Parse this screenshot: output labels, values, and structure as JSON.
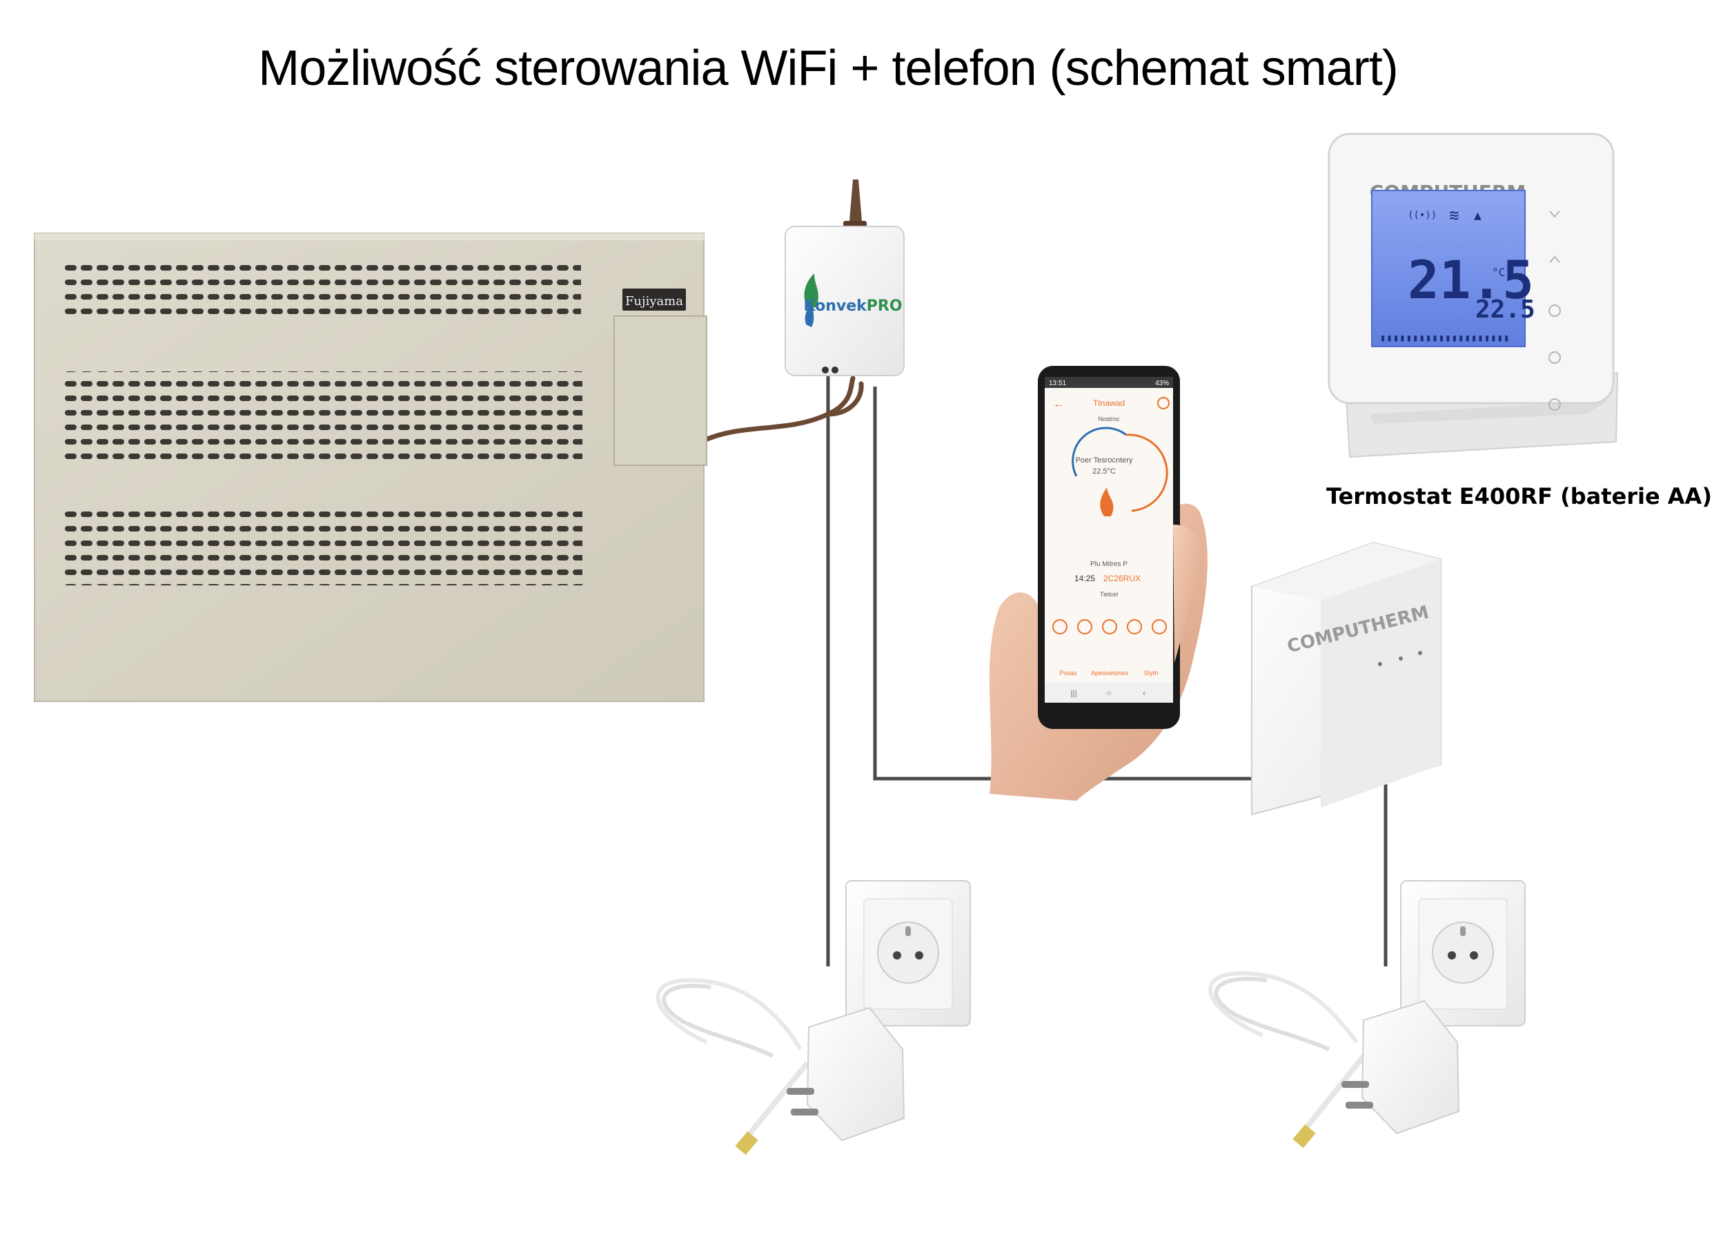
{
  "title": "Możliwość sterowania WiFi + telefon (schemat smart)",
  "caption": "Termostat E400RF (baterie AA)",
  "heater": {
    "brand": "Fujiyama"
  },
  "module": {
    "brand_prefix": "Konvek",
    "brand_suffix": "PRO"
  },
  "thermostat": {
    "brand": "COMPUTHERM",
    "temp_main": "21.5",
    "temp_unit": "°C",
    "temp_set": "22.5"
  },
  "receiver": {
    "brand": "COMPUTHERM"
  },
  "phone": {
    "app_title": "Ttnawad",
    "status_left": "13:51",
    "status_right": "43%",
    "dial_top": "Nostrnc",
    "dial_label": "Poer Tesrocntery",
    "dial_value": "22.5°C",
    "mode": "Plu Mitres P",
    "time": "14:25",
    "code": "2C26RUX",
    "sub": "Tietcel",
    "nav": [
      "Posas",
      "Apesivetones",
      "Styth"
    ]
  },
  "colors": {
    "cable_brown": "#6b4a35",
    "wire_gray": "#4a4a4a",
    "heater_body": "#d9d5c8",
    "lcd_blue": "#6f8fe8",
    "accent_orange": "#e9712d"
  }
}
